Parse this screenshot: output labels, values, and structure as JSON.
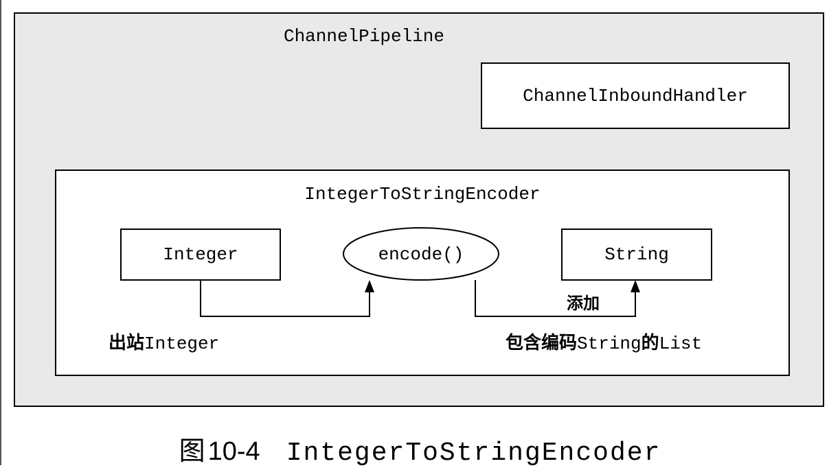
{
  "pipeline": {
    "title": "ChannelPipeline"
  },
  "inbound_handler": {
    "label": "ChannelInboundHandler"
  },
  "encoder": {
    "title": "IntegerToStringEncoder",
    "input_box": "Integer",
    "method": "encode()",
    "output_box": "String",
    "add_label": "添加",
    "outbound_label_cjk": "出站",
    "outbound_label_type": "Integer",
    "list_label_cjk_prefix": "包含编码",
    "list_label_type": "String",
    "list_label_cjk_mid": "的",
    "list_label_suffix": "List"
  },
  "caption": {
    "prefix": "图",
    "number": "10-4",
    "title": "IntegerToStringEncoder"
  }
}
